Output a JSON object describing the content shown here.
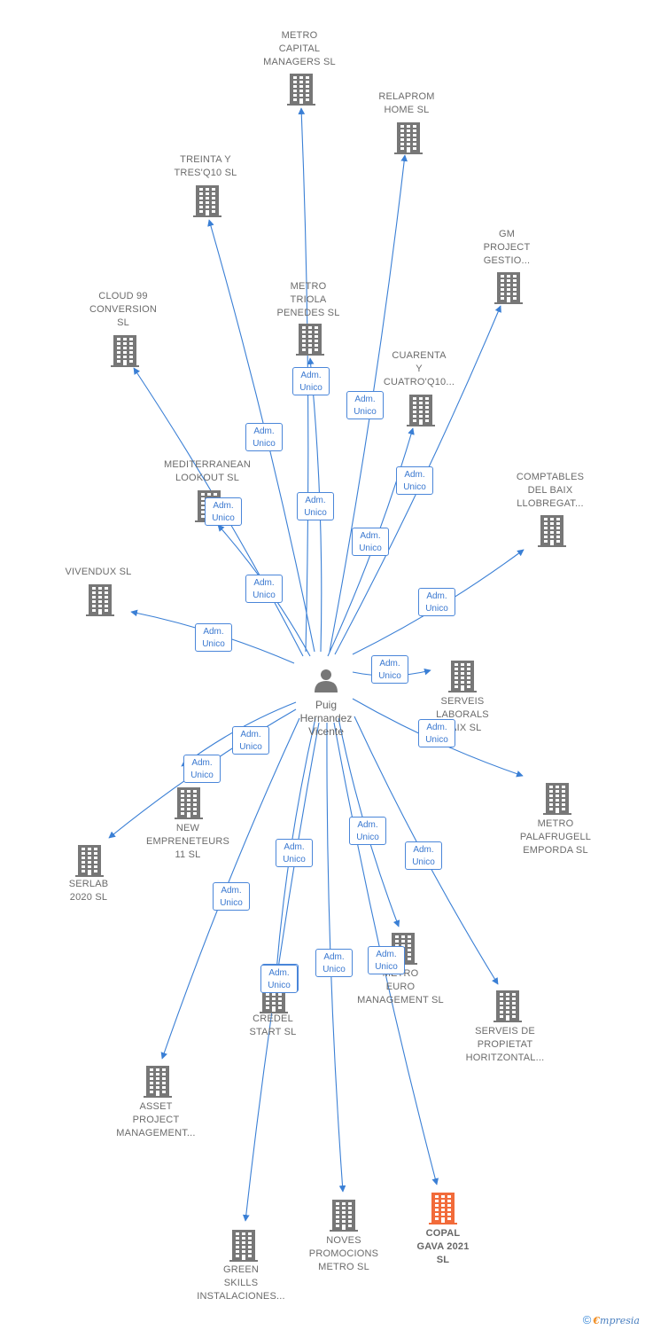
{
  "center": {
    "label_lines": [
      "Puig",
      "Hernandez",
      "Vicente"
    ],
    "icon": "person-icon"
  },
  "edge_label": [
    "Adm.",
    "Unico"
  ],
  "colors": {
    "edge": "#3a7fd5",
    "building": "#777777",
    "highlight": "#f26b3a"
  },
  "nodes": [
    {
      "id": "metro-capital",
      "lines": [
        "METRO",
        "CAPITAL",
        "MANAGERS SL"
      ]
    },
    {
      "id": "relaprom",
      "lines": [
        "RELAPROM",
        "HOME SL"
      ]
    },
    {
      "id": "treinta",
      "lines": [
        "TREINTA Y",
        "TRES'Q10  SL"
      ]
    },
    {
      "id": "gm-project",
      "lines": [
        "GM",
        "PROJECT",
        "GESTIO..."
      ]
    },
    {
      "id": "cloud99",
      "lines": [
        "CLOUD 99",
        "CONVERSION",
        "SL"
      ]
    },
    {
      "id": "metro-triola",
      "lines": [
        "METRO",
        "TRIOLA",
        "PENEDES SL"
      ]
    },
    {
      "id": "cuarenta",
      "lines": [
        "CUARENTA",
        "Y",
        "CUATRO'Q10..."
      ]
    },
    {
      "id": "mediterranean",
      "lines": [
        "MEDITERRANEAN",
        "LOOKOUT  SL"
      ]
    },
    {
      "id": "comptables",
      "lines": [
        "COMPTABLES",
        "DEL BAIX",
        "LLOBREGAT..."
      ]
    },
    {
      "id": "vivendux",
      "lines": [
        "VIVENDUX SL"
      ]
    },
    {
      "id": "serveis-laborals",
      "lines": [
        "SERVEIS",
        "LABORALS",
        "BAIX SL"
      ]
    },
    {
      "id": "metro-palafrugell",
      "lines": [
        "METRO",
        "PALAFRUGELL",
        "EMPORDA SL"
      ]
    },
    {
      "id": "new-empreneteurs",
      "lines": [
        "NEW",
        "EMPRENETEURS",
        "11  SL"
      ]
    },
    {
      "id": "serlab",
      "lines": [
        "SERLAB",
        "2020  SL"
      ]
    },
    {
      "id": "metro-euro",
      "lines": [
        "METRO",
        "EURO",
        "MANAGEMENT SL"
      ]
    },
    {
      "id": "credel",
      "lines": [
        "CREDEL",
        "START  SL"
      ]
    },
    {
      "id": "serveis-propietat",
      "lines": [
        "SERVEIS DE",
        "PROPIETAT",
        "HORITZONTAL..."
      ]
    },
    {
      "id": "asset",
      "lines": [
        "ASSET",
        "PROJECT",
        "MANAGEMENT..."
      ]
    },
    {
      "id": "noves",
      "lines": [
        "NOVES",
        "PROMOCIONS",
        "METRO SL"
      ]
    },
    {
      "id": "copal",
      "lines": [
        "COPAL",
        "GAVA 2021",
        "SL"
      ],
      "highlight": true
    },
    {
      "id": "green",
      "lines": [
        "GREEN",
        "SKILLS",
        "INSTALACIONES..."
      ]
    }
  ],
  "footer": {
    "copyright": "©",
    "brand_initial": "€",
    "brand_rest": "mpresia"
  }
}
